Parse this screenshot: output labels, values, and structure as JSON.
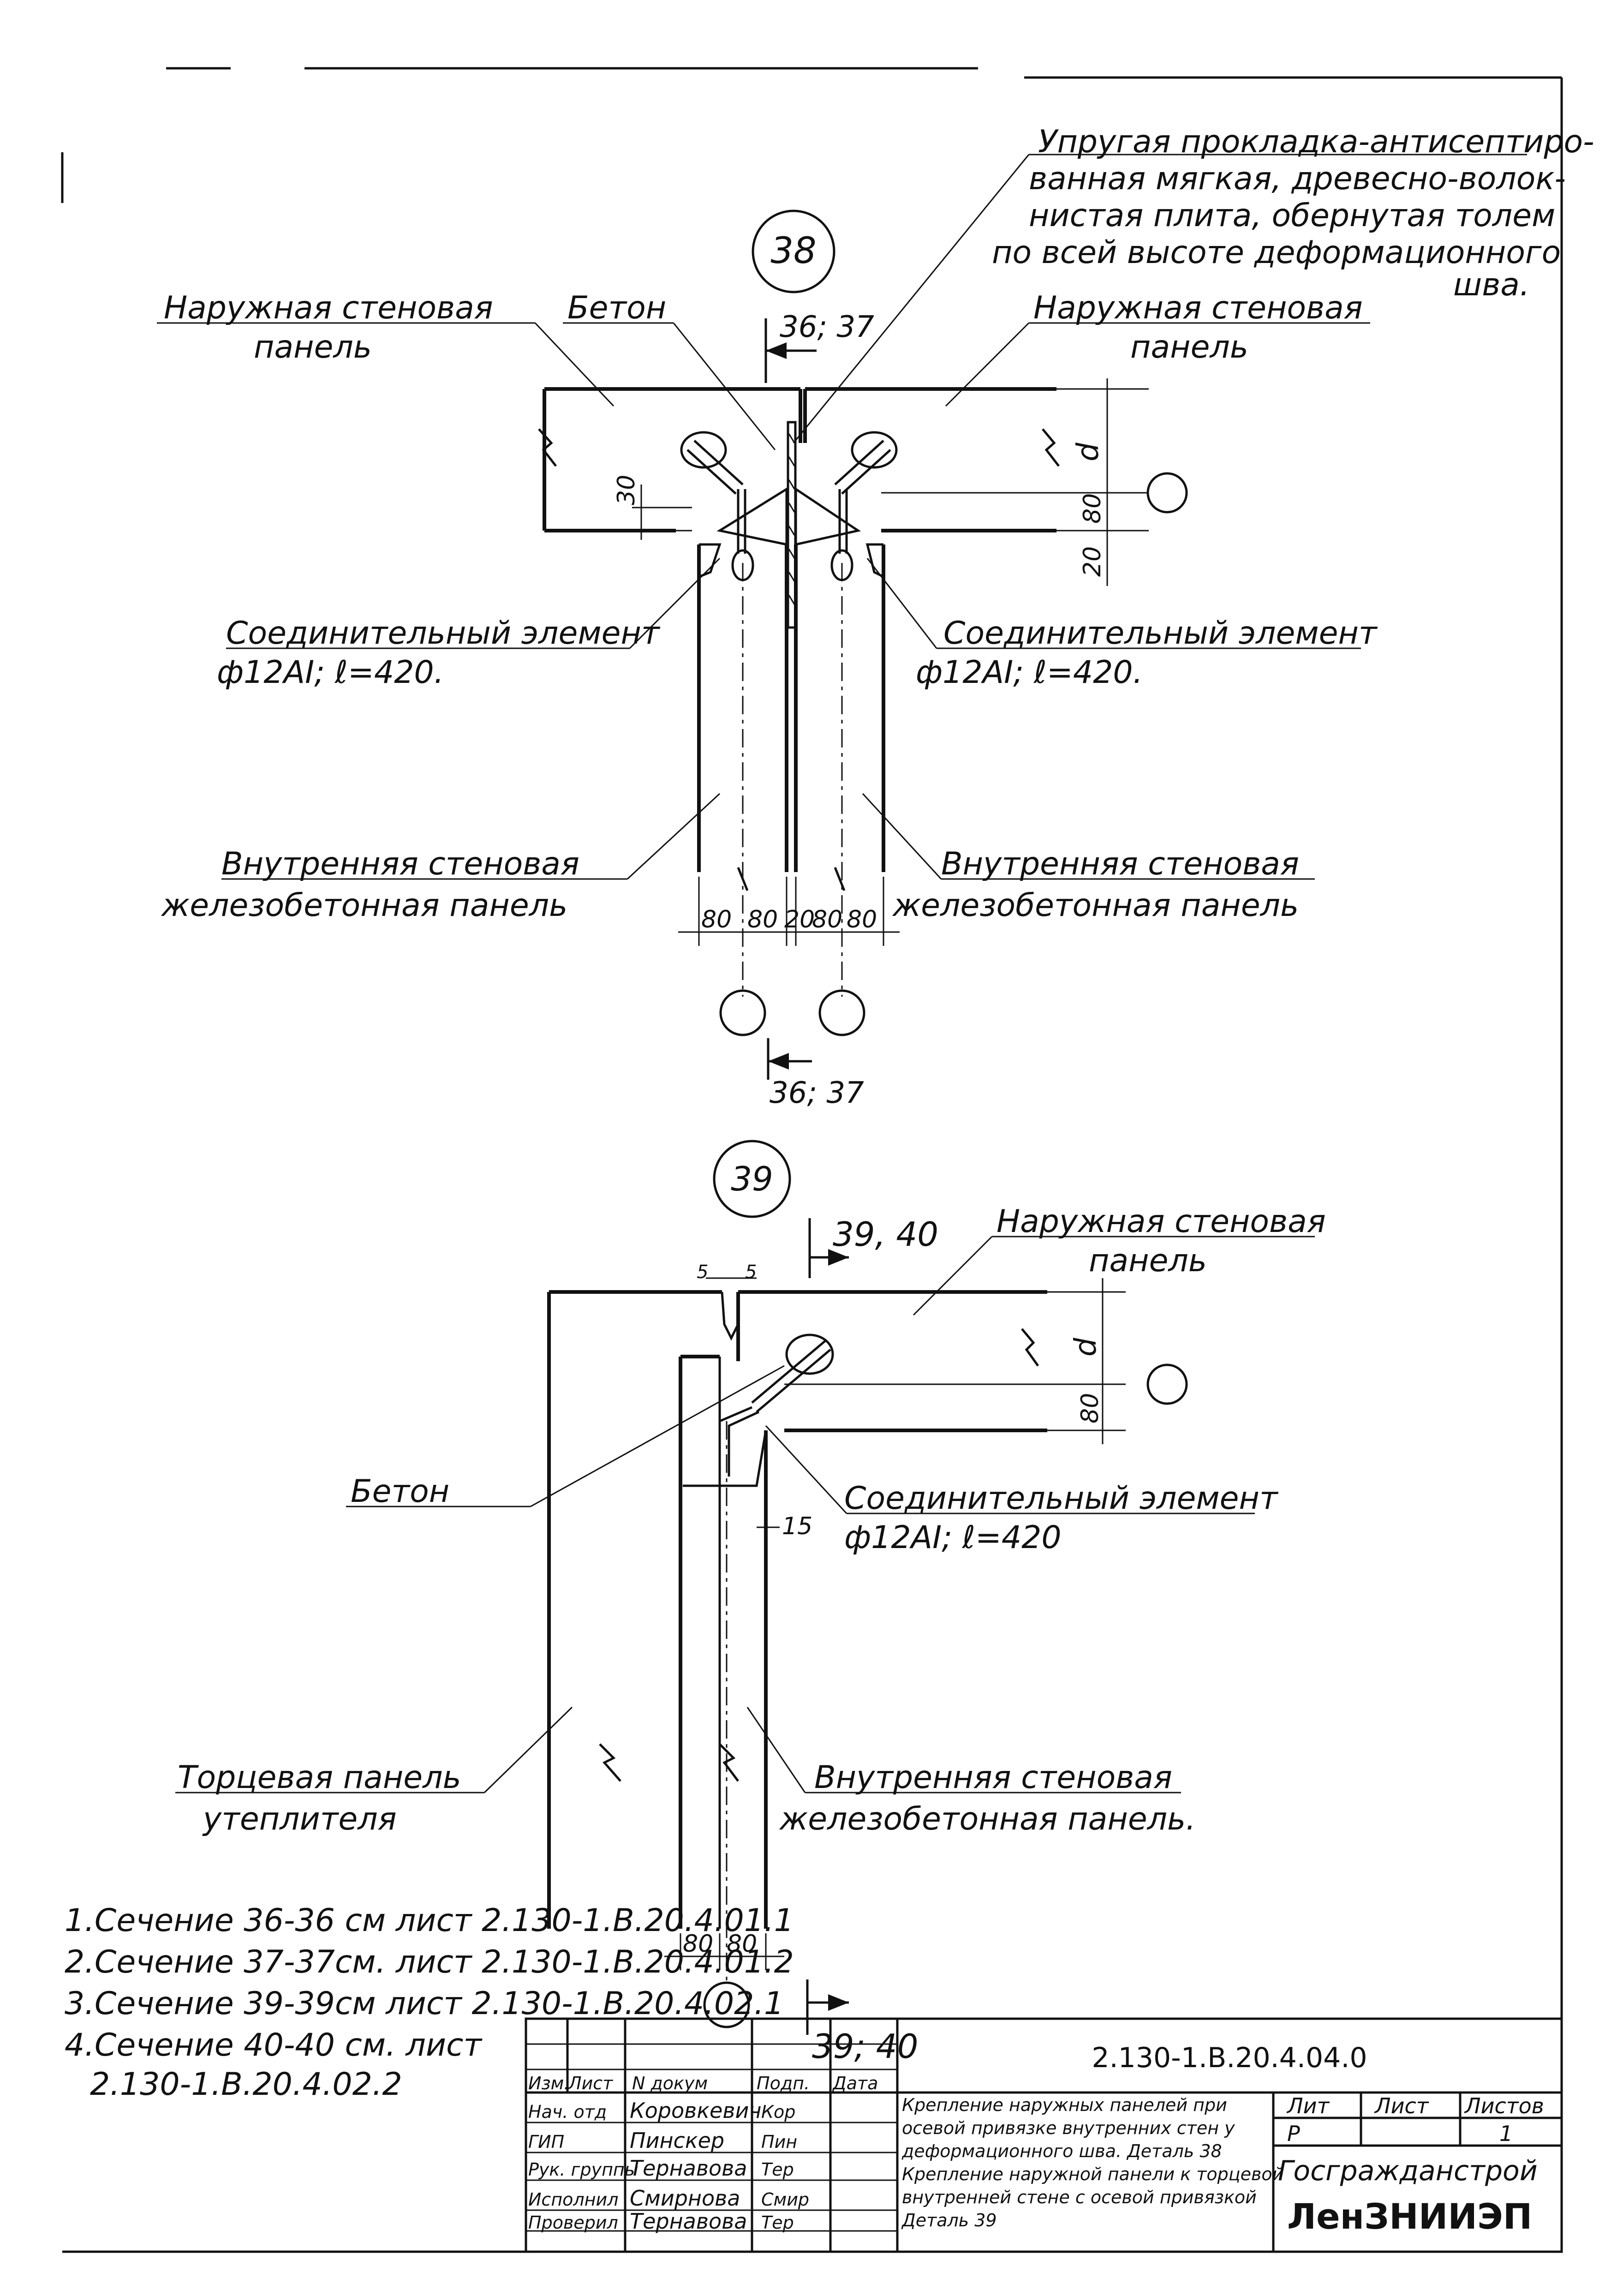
{
  "detail38": {
    "number": "38",
    "section_mark": "36; 37",
    "section_mark_bottom": "36; 37",
    "elastic_gasket": [
      "Упругая прокладка-антисептиро-",
      "ванная мягкая, древесно-волок-",
      "нистая плита, обернутая толем",
      "по всей высоте деформационного",
      "шва."
    ],
    "outer_panel_left": [
      "Наружная стеновая",
      "панель"
    ],
    "concrete": "Бетон",
    "outer_panel_right": [
      "Наружная стеновая",
      "панель"
    ],
    "dims_vertical": [
      "d",
      "80",
      "20",
      "30"
    ],
    "connector_left": [
      "Соединительный элемент",
      "ф12АI; ℓ=420."
    ],
    "connector_right": [
      "Соединительный элемент",
      "ф12АI; ℓ=420."
    ],
    "inner_panel_left": [
      "Внутренняя стеновая",
      "железобетонная панель"
    ],
    "inner_panel_right": [
      "Внутренняя стеновая",
      "железобетонная панель"
    ],
    "dims_horizontal": [
      "80",
      "80",
      "20",
      "80",
      "80"
    ]
  },
  "detail39": {
    "number": "39",
    "section_mark": "39, 40",
    "section_mark_bottom": "39; 40",
    "outer_panel": [
      "Наружная стеновая",
      "панель"
    ],
    "gap_dims": [
      "5",
      "5"
    ],
    "dims_vertical": [
      "d",
      "80",
      "15"
    ],
    "concrete": "Бетон",
    "connector": [
      "Соединительный элемент",
      "ф12АI; ℓ=420"
    ],
    "end_panel": [
      "Торцевая панель",
      "утеплителя"
    ],
    "inner_panel": [
      "Внутренняя стеновая",
      "железобетонная панель."
    ],
    "dims_horizontal": [
      "80",
      "80"
    ]
  },
  "notes": [
    "1.Сечение 36-36 см лист 2.130-1.В.20.4.01.1",
    "2.Сечение 37-37см. лист 2.130-1.В.20.4.01.2",
    "3.Сечение 39-39см лист 2.130-1.В.20.4.02.1",
    "4.Сечение 40-40 см. лист",
    "2.130-1.В.20.4.02.2"
  ],
  "title_block": {
    "doc_code": "2.130-1.В.20.4.04.0",
    "col_headers": [
      "Изм.",
      "Лист",
      "N докум",
      "Подп.",
      "Дата"
    ],
    "roles": [
      {
        "role": "Нач. отд",
        "name": "Коровкевич",
        "sign": "Кор"
      },
      {
        "role": "ГИП",
        "name": "Пинскер",
        "sign": "Пин"
      },
      {
        "role": "Рук. группы",
        "name": "Тернавова",
        "sign": "Тер"
      },
      {
        "role": "Исполнил",
        "name": "Смирнова",
        "sign": "Смир"
      },
      {
        "role": "Проверил",
        "name": "Тернавова",
        "sign": "Тер"
      }
    ],
    "description": [
      "Крепление наружных панелей при",
      "осевой привязке внутренних стен у",
      "деформационного шва. Деталь 38",
      "Крепление наружной панели к торцевой",
      "внутренней стене с осевой привязкой",
      "Деталь 39"
    ],
    "lit_label": "Лит",
    "sheet_label": "Лист",
    "sheets_label": "Листов",
    "lit_value": "Р",
    "sheets_value": "1",
    "organization": "Госгражданстрой",
    "institute": "ЛенЗНИИЭП"
  }
}
